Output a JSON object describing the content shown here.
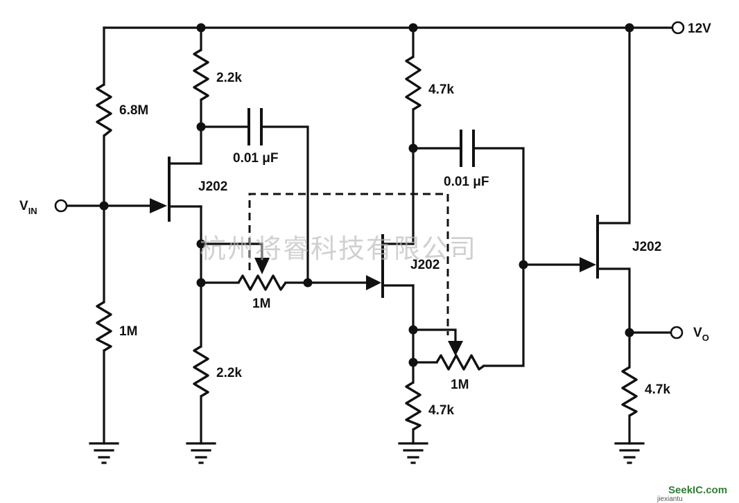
{
  "labels": {
    "supply": "12V",
    "vin_main": "V",
    "vin_sub": "IN",
    "vo_main": "V",
    "vo_sub": "O",
    "r_6_8m": "6.8M",
    "r_1m_in": "1M",
    "r_2_2k_top": "2.2k",
    "r_2_2k_bottom": "2.2k",
    "c1": "0.01 μF",
    "q1": "J202",
    "pot1": "1M",
    "r_4_7k_top": "4.7k",
    "r_4_7k_bottom": "4.7k",
    "c2": "0.01 μF",
    "q2": "J202",
    "pot2": "1M",
    "q3": "J202",
    "r_4_7k_out": "4.7k"
  },
  "watermark": "杭州将睿科技有限公司",
  "logo": {
    "main": "SeekIC.com",
    "sub": "jiexiantu"
  },
  "colors": {
    "ink": "#111111",
    "watermark": "#b8b8b8",
    "logo": "#2e7d32"
  }
}
